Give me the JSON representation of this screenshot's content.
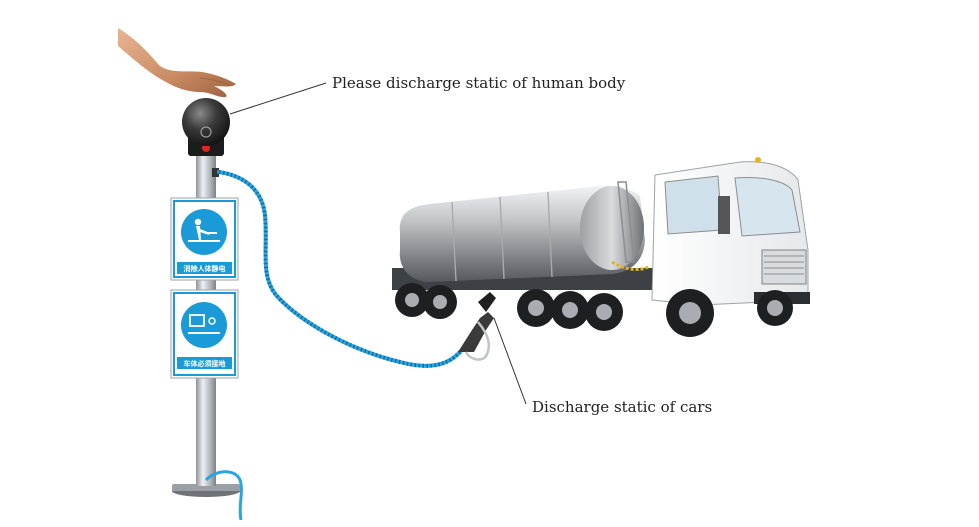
{
  "labels": {
    "human": "Please discharge static of human body",
    "cars": "Discharge static of cars"
  },
  "signs": {
    "top": "消除人体静电",
    "bottom": "车体必须接地"
  },
  "colors": {
    "sign_blue": "#1a9ad6",
    "cable_blue": "#2aa5e0",
    "pole": "#b9bec3",
    "indicator": "#e0231b"
  },
  "icons": {
    "hand": "hand-icon",
    "sign_top": "person-touching-ground-icon",
    "sign_bottom": "vehicle-ground-icon",
    "truck": "tanker-truck-icon"
  }
}
